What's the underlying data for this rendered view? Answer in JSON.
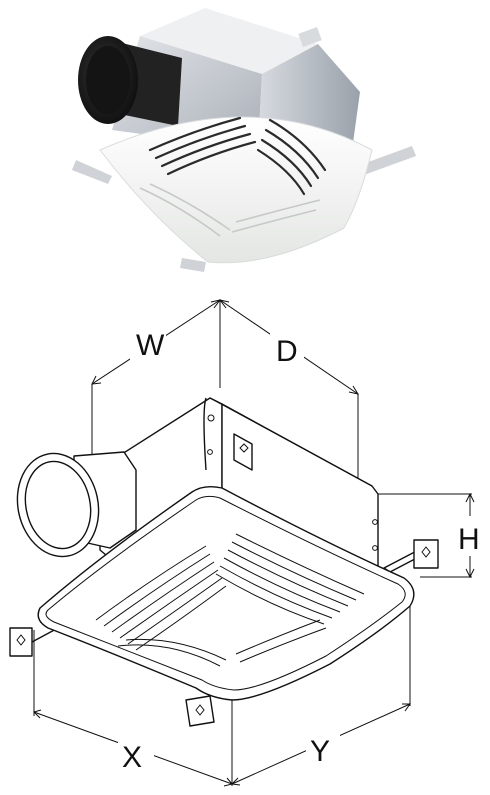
{
  "dimensions": {
    "width_label": "W",
    "depth_label": "D",
    "height_label": "H",
    "x_label": "X",
    "y_label": "Y"
  },
  "colors": {
    "housing": "#c9cdd3",
    "grille": "#f2f3f2",
    "duct": "#1c1c1c",
    "line": "#111111"
  }
}
